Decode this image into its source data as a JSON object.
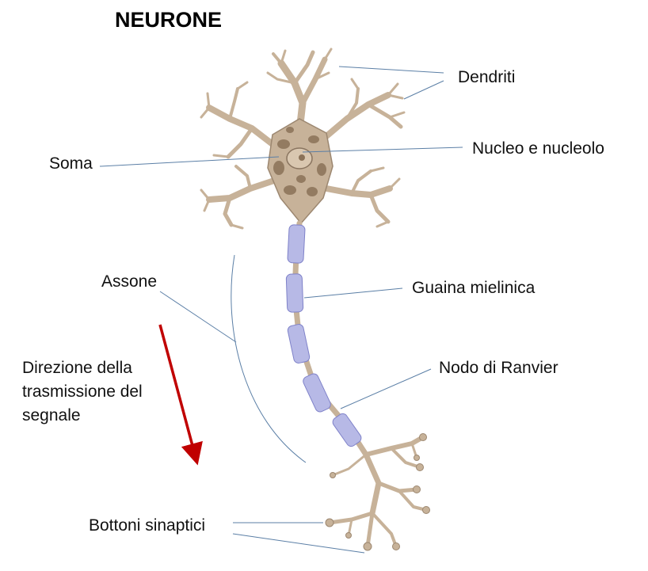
{
  "title": "NEURONE",
  "labels": {
    "dendriti": "Dendriti",
    "soma": "Soma",
    "nucleo": "Nucleo e nucleolo",
    "assone": "Assone",
    "guaina": "Guaina mielinica",
    "nodo": "Nodo di Ranvier",
    "direzione": "Direzione della trasmissione del segnale",
    "bottoni": "Bottoni sinaptici"
  },
  "colors": {
    "neuron_body": "#c7b299",
    "neuron_outline": "#8a7560",
    "soma_dark": "#8a7258",
    "myelin": "#b7b9e6",
    "myelin_outline": "#7f82c9",
    "leader_line": "#5b7fa6",
    "arrow": "#c00000"
  }
}
